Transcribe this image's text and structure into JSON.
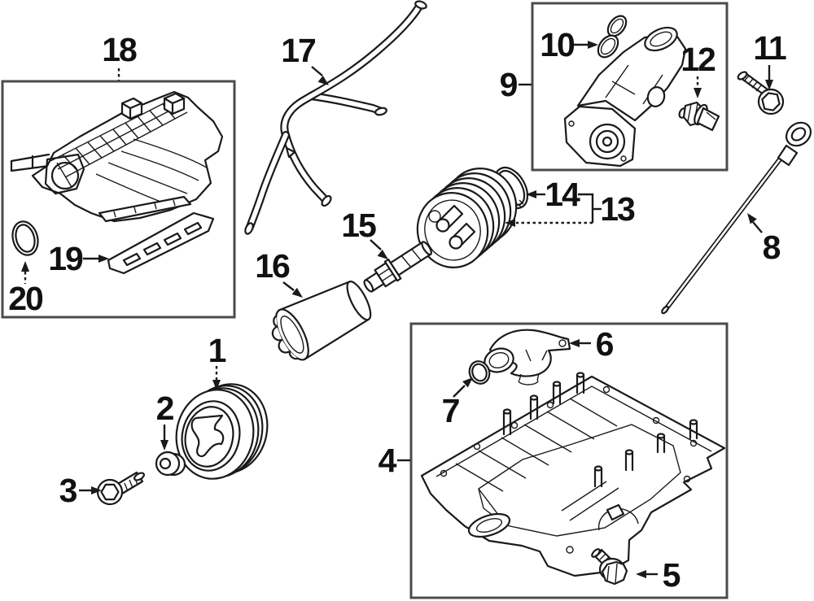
{
  "diagram_type": "engine-parts-exploded-diagram",
  "labels": {
    "n1": "1",
    "n2": "2",
    "n3": "3",
    "n4": "4",
    "n5": "5",
    "n6": "6",
    "n7": "7",
    "n8": "8",
    "n9": "9",
    "n10": "10",
    "n11": "11",
    "n12": "12",
    "n13": "13",
    "n14": "14",
    "n15": "15",
    "n16": "16",
    "n17": "17",
    "n18": "18",
    "n19": "19",
    "n20": "20"
  },
  "colors": {
    "ink": "#1a1a1a",
    "panel_border": "#4b4b4b",
    "background": "#ffffff"
  }
}
